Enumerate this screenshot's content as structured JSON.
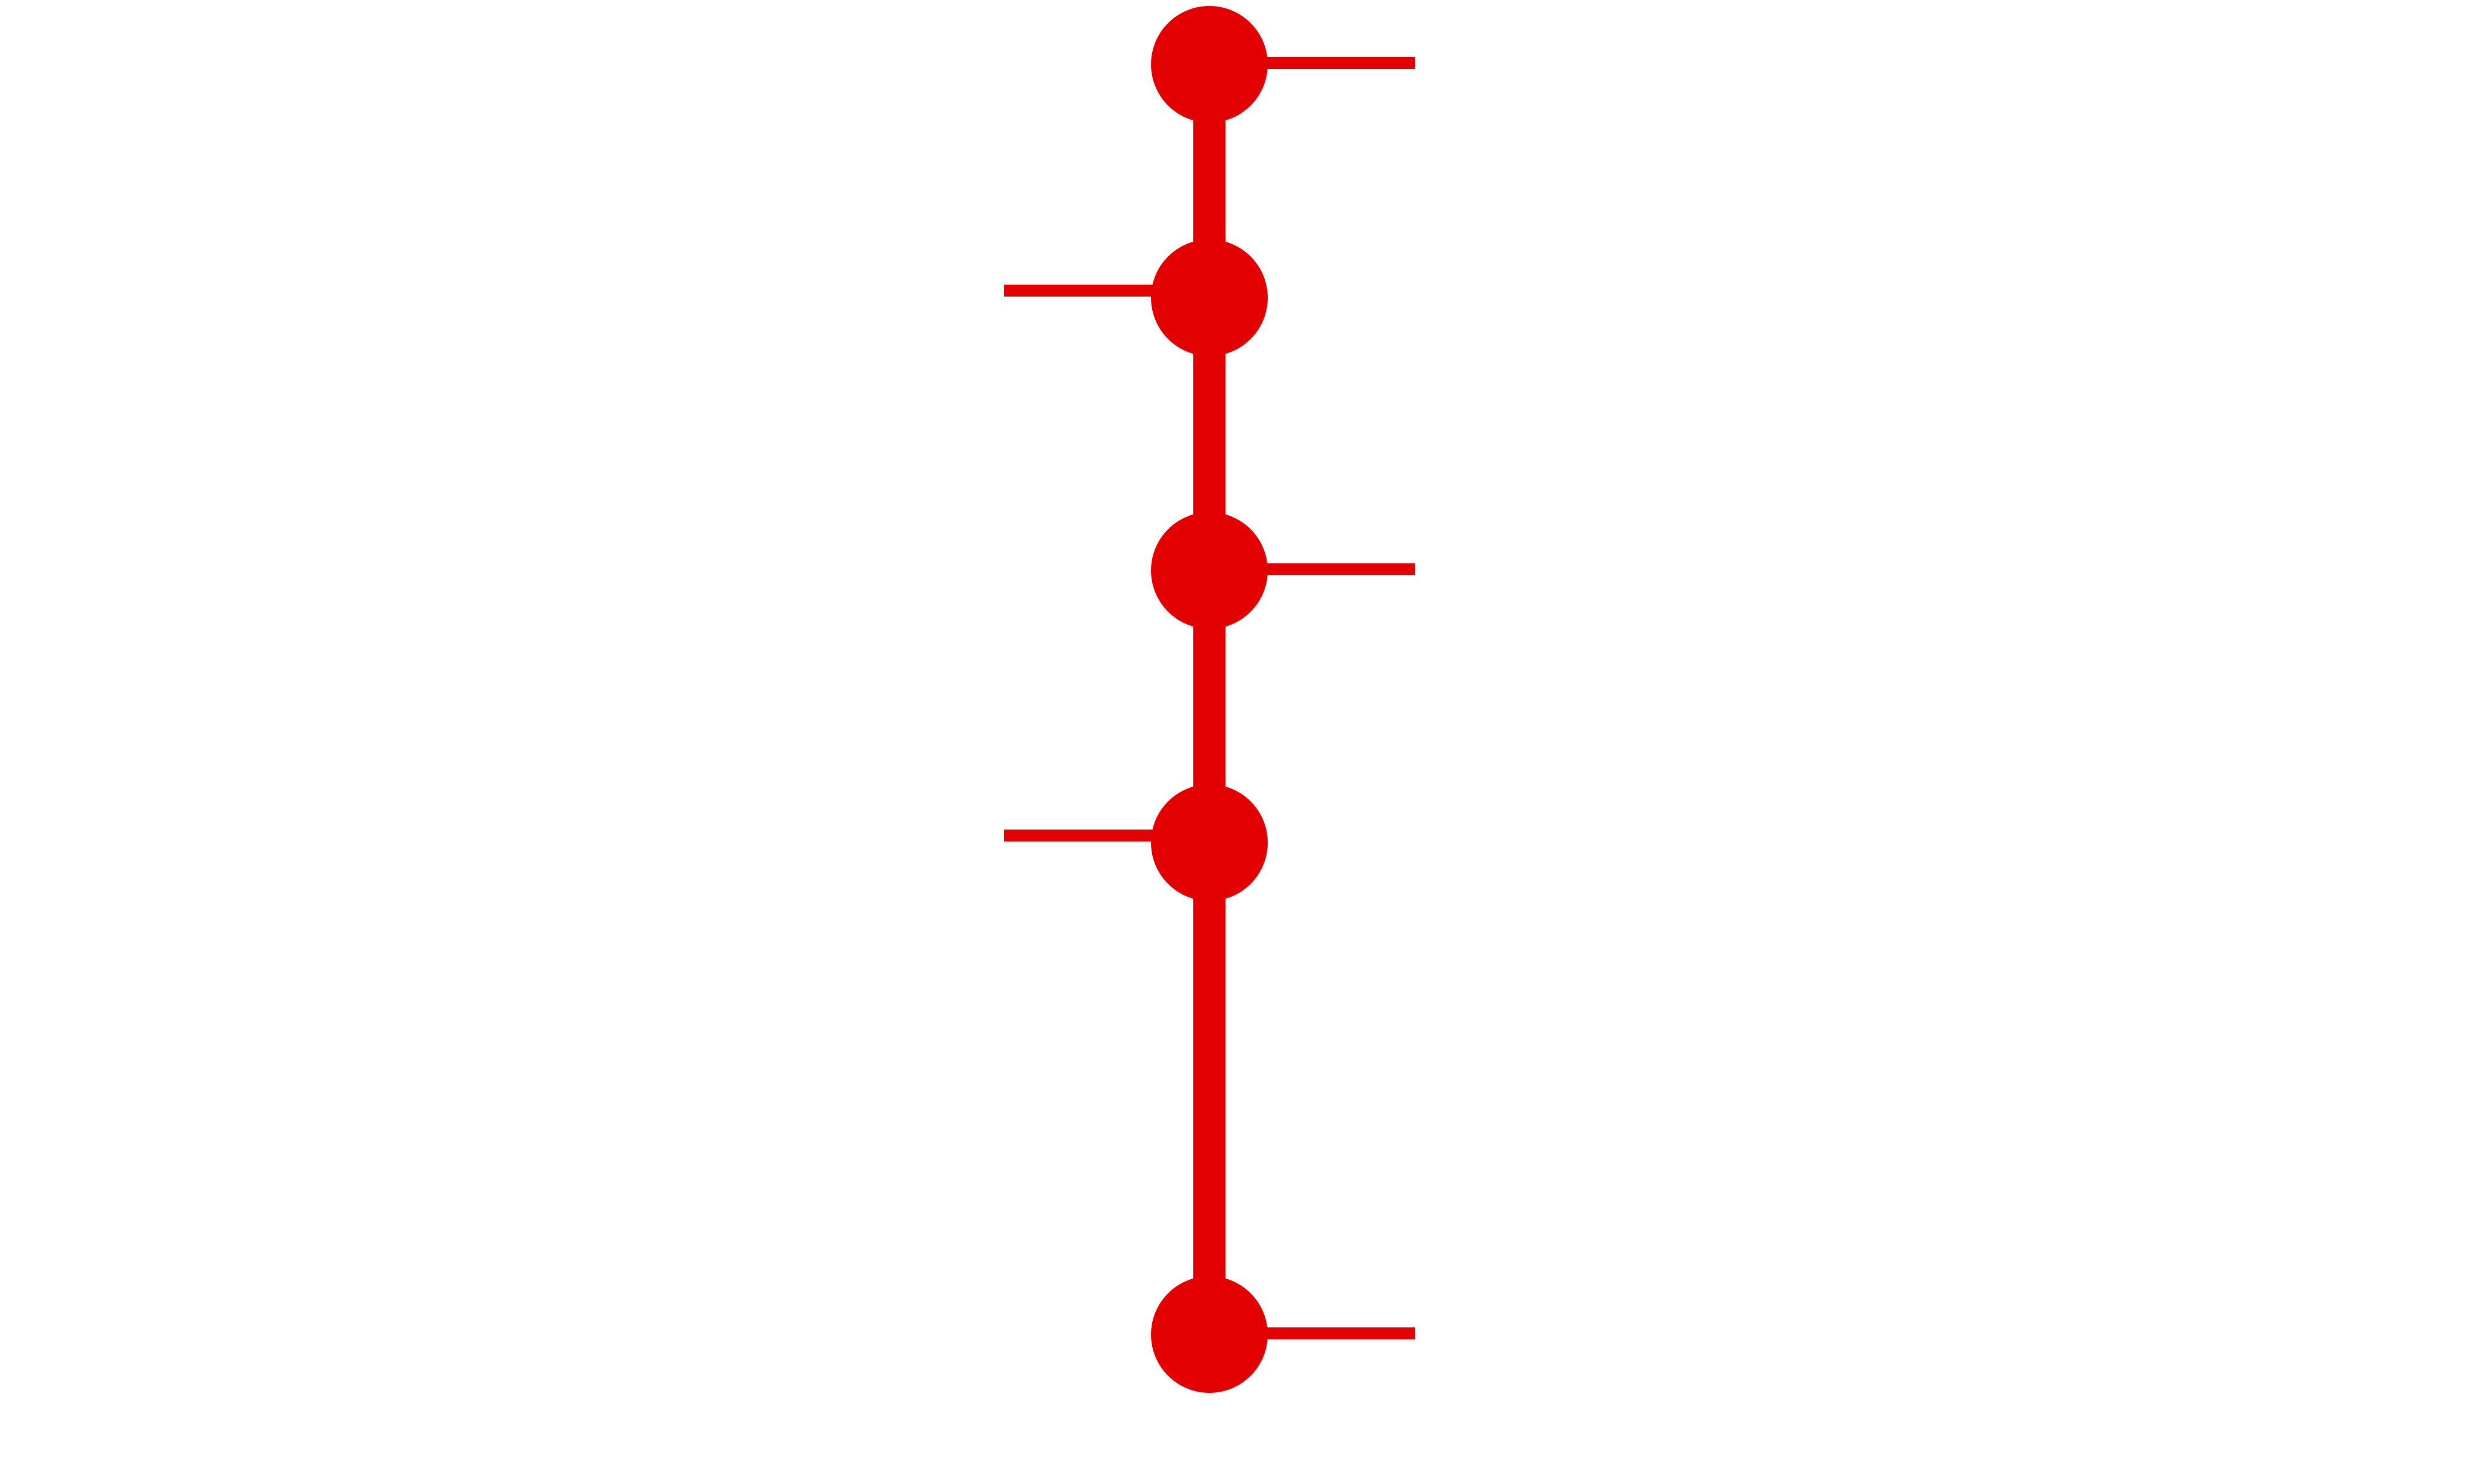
{
  "diagram": {
    "type": "vertical-timeline",
    "accent_color": "#e30000",
    "background_color": "#ffffff",
    "nodes": [
      {
        "id": "node-1",
        "connector_side": "right"
      },
      {
        "id": "node-2",
        "connector_side": "left"
      },
      {
        "id": "node-3",
        "connector_side": "right"
      },
      {
        "id": "node-4",
        "connector_side": "left"
      },
      {
        "id": "node-5",
        "connector_side": "right"
      }
    ]
  }
}
